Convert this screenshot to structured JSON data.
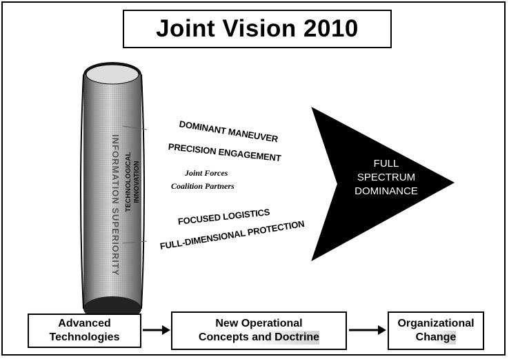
{
  "title": "Joint Vision 2010",
  "cylinder": {
    "outer_label": "INFORMATION SUPERIORITY",
    "inner_label_line1": "TECHNOLOGICAL",
    "inner_label_line2": "INNOVATION"
  },
  "concepts": {
    "dominant_maneuver": "DOMINANT MANEUVER",
    "precision_engagement": "PRECISION ENGAGEMENT",
    "joint_forces": "Joint Forces",
    "coalition_partners": "Coalition Partners",
    "focused_logistics": "FOCUSED LOGISTICS",
    "full_dimensional_protection": "FULL-DIMENSIONAL PROTECTION"
  },
  "outcome": {
    "line1": "FULL",
    "line2": "SPECTRUM",
    "line3": "DOMINANCE"
  },
  "flow": {
    "box1_line1": "Advanced",
    "box1_line2": "Technologies",
    "box2_line1": "New Operational",
    "box2_line2": "Concepts and Doctrine",
    "box3_line1": "Organizational",
    "box3_line2": "Change"
  },
  "colors": {
    "background": "#ffffff",
    "arrow_fill": "#000000",
    "outcome_text": "#ffffff"
  }
}
